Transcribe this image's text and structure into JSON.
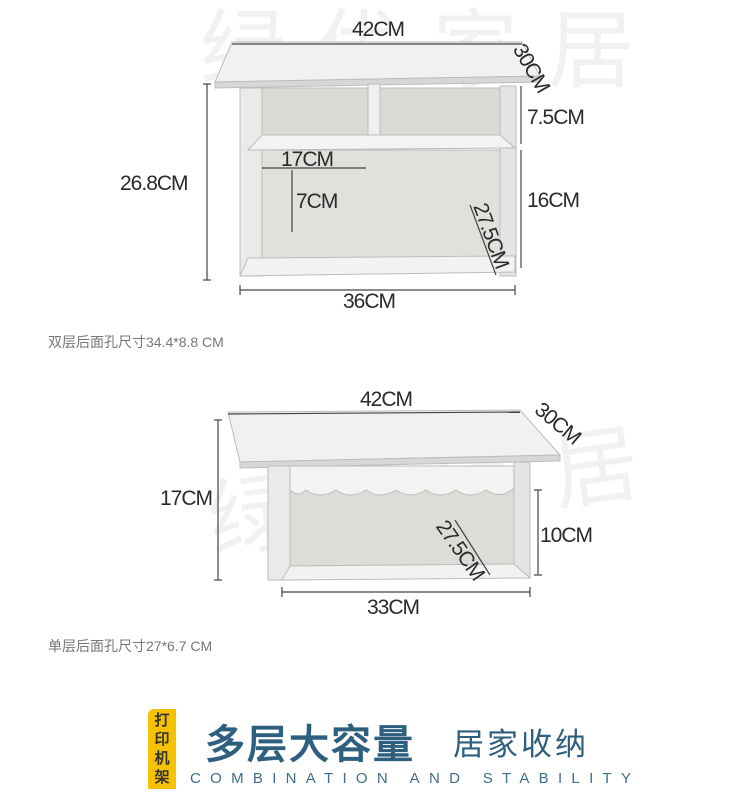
{
  "watermark": "绿优家居",
  "double_layer": {
    "width_top": "42CM",
    "depth": "30CM",
    "upper_height": "7.5CM",
    "lower_height": "16CM",
    "total_height": "26.8CM",
    "compartment_width": "17CM",
    "inner_height": "7CM",
    "inner_depth": "27.5CM",
    "base_width": "36CM",
    "caption": "双层后面孔尺寸34.4*8.8 CM"
  },
  "single_layer": {
    "width_top": "42CM",
    "depth": "30CM",
    "total_height": "17CM",
    "inner_height": "10CM",
    "inner_depth": "27.5CM",
    "base_width": "33CM",
    "caption": "单层后面孔尺寸27*6.7 CM"
  },
  "banner": {
    "tag": "打印机架",
    "title": "多层大容量",
    "subtitle": "居家收纳",
    "english": "COMBINATION AND STABILITY"
  }
}
